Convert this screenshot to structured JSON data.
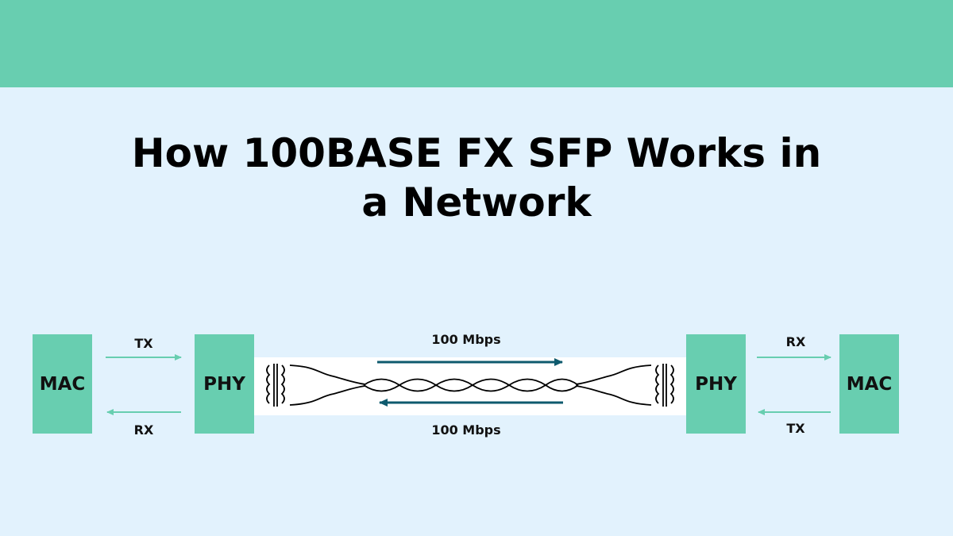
{
  "title": {
    "line1": "How 100BASE FX SFP Works in",
    "line2": "a Network"
  },
  "left": {
    "mac_label": "MAC",
    "phy_label": "PHY",
    "tx_label": "TX",
    "rx_label": "RX"
  },
  "right": {
    "mac_label": "MAC",
    "phy_label": "PHY",
    "tx_label": "TX",
    "rx_label": "RX"
  },
  "link": {
    "top_speed": "100 Mbps",
    "bottom_speed": "100 Mbps"
  },
  "colors": {
    "band": "#68ceb0",
    "background": "#e2f2fd",
    "box": "#68ceb0",
    "signal_arrow": "#0e5a6e",
    "mac_arrow": "#68ceb0"
  }
}
